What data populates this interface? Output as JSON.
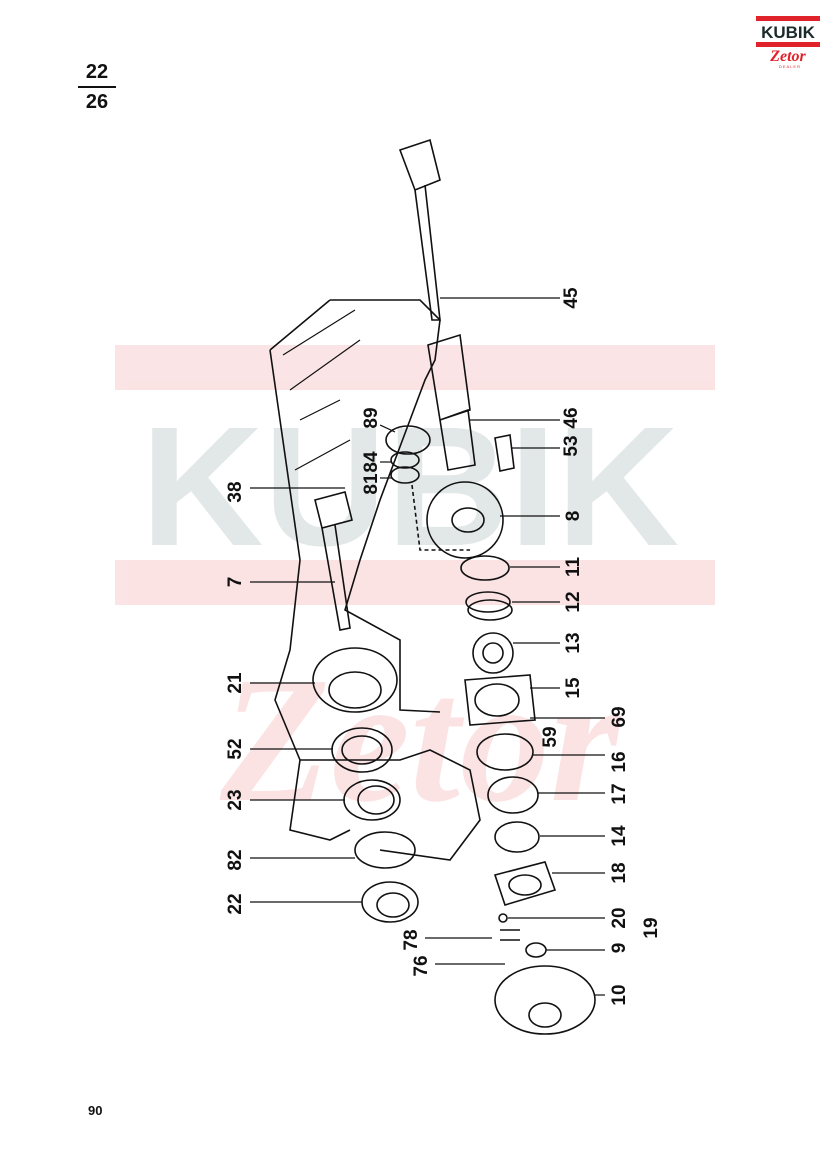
{
  "header": {
    "fraction_top": "22",
    "fraction_bottom": "26"
  },
  "logo": {
    "brand": "KUBIK",
    "sub": "Zetor",
    "tag": "DEALER"
  },
  "watermark": {
    "text": "KUBIK Zetor"
  },
  "callouts": {
    "c45": "45",
    "c46": "46",
    "c53": "53",
    "c8": "8",
    "c11": "11",
    "c12": "12",
    "c13": "13",
    "c15": "15",
    "c69": "69",
    "c59": "59",
    "c16": "16",
    "c17": "17",
    "c14": "14",
    "c18": "18",
    "c20": "20",
    "c19": "19",
    "c9": "9",
    "c10": "10",
    "c38": "38",
    "c7": "7",
    "c21": "21",
    "c52": "52",
    "c23": "23",
    "c82": "82",
    "c22": "22",
    "c78": "78",
    "c76": "76",
    "c89": "89",
    "c84": "84",
    "c81": "81"
  },
  "footer": {
    "page_number": "90"
  }
}
